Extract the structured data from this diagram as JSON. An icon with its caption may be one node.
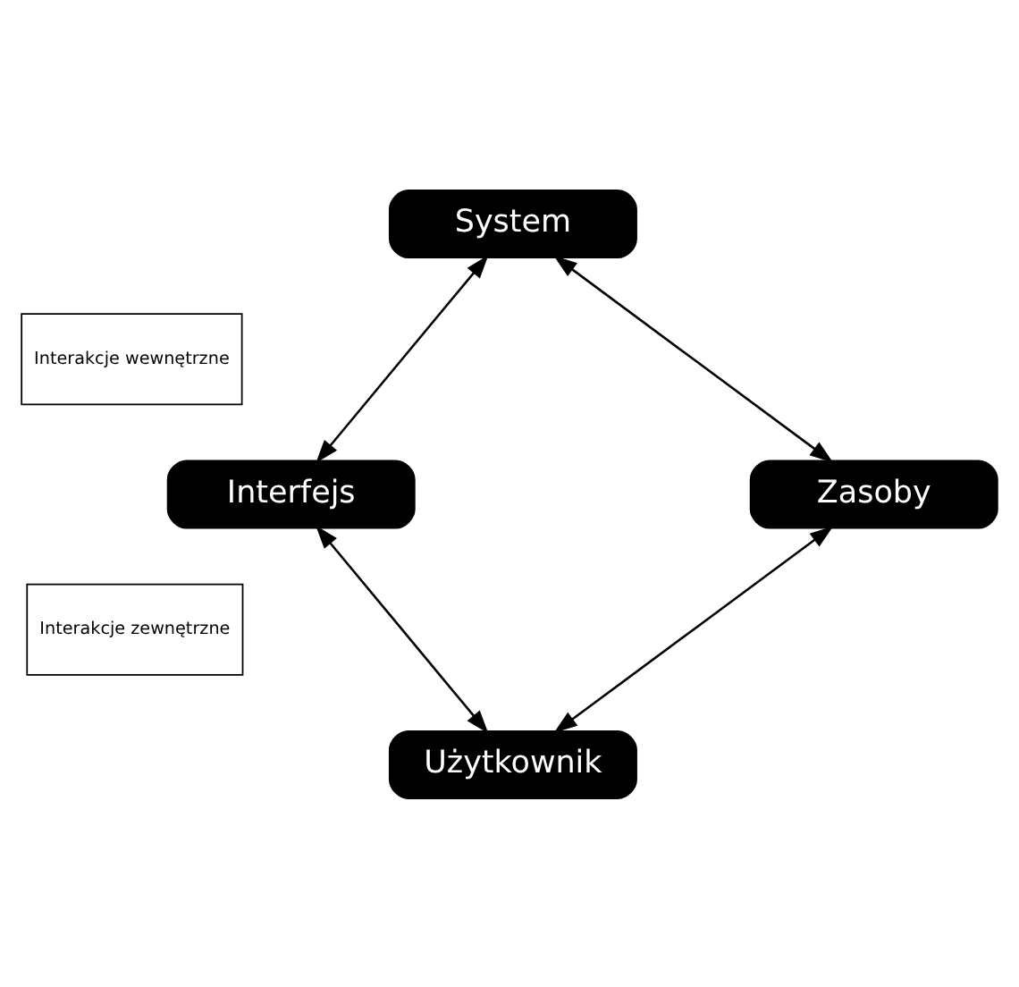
{
  "diagram": {
    "nodes": [
      {
        "text": [
          "System"
        ]
      },
      {
        "text": [
          "Interakcje wewnętrzne"
        ]
      },
      {
        "text": [
          "Interfejs"
        ]
      },
      {
        "text": [
          "Zasoby"
        ]
      },
      {
        "text": [
          "Interakcje zewnętrzne"
        ]
      },
      {
        "text": [
          "Użytkownik"
        ]
      }
    ],
    "edges": [
      {
        "from": 0,
        "to": 2,
        "arrow": "both"
      },
      {
        "from": 0,
        "to": 3,
        "arrow": "both"
      },
      {
        "from": 2,
        "to": 5,
        "arrow": "both"
      },
      {
        "from": 3,
        "to": 5,
        "arrow": "both"
      }
    ]
  }
}
